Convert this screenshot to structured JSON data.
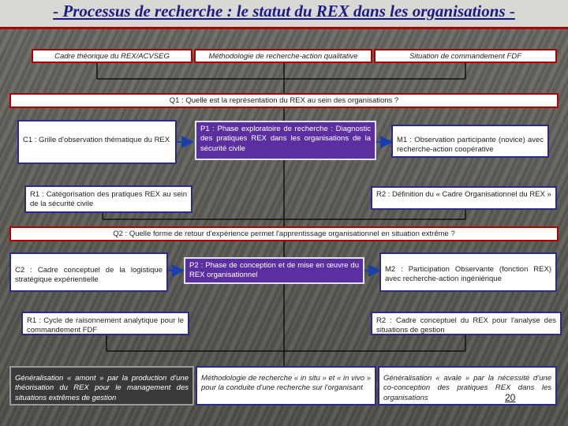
{
  "title": "- Processus de recherche : le statut du REX dans les organisations -",
  "headers": {
    "left": "Cadre théorique du REX/ACVSEG",
    "middle": "Méthodologie de recherche-action qualitative",
    "right": "Situation de commandement FDF"
  },
  "q1": "Q1 : Quelle est la représentation du REX au sein des organisations ?",
  "c1": "C1 : Grille d'observation thématique du REX",
  "p1": "P1 : Phase exploratoire de recherche : Diagnostic des pratiques REX dans les organisations de la sécurité civile",
  "m1": "M1 : Observation participante (novice) avec recherche-action coopérative",
  "r1_left": "R1 : Catégorisation des pratiques REX au sein de la sécurité civile",
  "r2_right_1": "R2 : Définition du « Cadre Organisationnel du REX »",
  "q2": "Q2 : Quelle forme de retour d'expérience permet l'apprentissage organisationnel en situation extrême ?",
  "c2": "C2 : Cadre conceptuel de la logistique stratégique expérientielle",
  "p2": "P2 : Phase de conception et de mise en œuvre du REX organisationnel",
  "m2": "M2 : Participation Observante (fonction REX) avec recherche-action ingénièrique",
  "r1_bottom": "R1 : Cycle de raisonnement analytique pour le commandement FDF",
  "r2_right_2": "R2 : Cadre conceptuel du REX pour l'analyse des situations de gestion",
  "gen_left": "Généralisation « amont » par la production d'une théorisation du REX pour le management des situations extrêmes de gestion",
  "gen_middle": "Méthodologie de recherche « in situ » et « in vivo » pour la conduite d'une recherche sur l'organisant",
  "gen_right": "Généralisation « avale » par la nécessité d'une co-conception des pratiques REX dans les organisations",
  "page_number": "20",
  "colors": {
    "title": "#1a1a8c",
    "accent": "#b00000",
    "purple": "#5b2fa0",
    "arrow": "#1a3fa8"
  }
}
